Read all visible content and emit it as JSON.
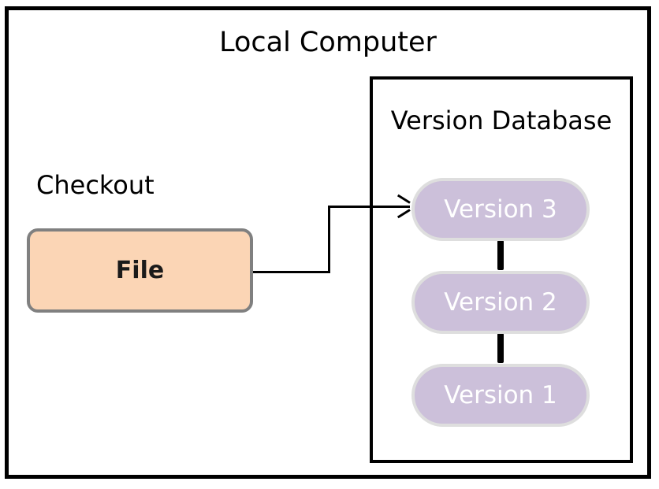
{
  "diagram": {
    "title": "Local Computer",
    "outer_box": {
      "label": "Local Computer",
      "border_color": "#000000",
      "background": "#ffffff"
    },
    "checkout": {
      "label": "Checkout",
      "file_box": {
        "label": "File",
        "fill": "#fbd5b5",
        "border": "#808080"
      }
    },
    "version_database": {
      "label": "Version Database",
      "border_color": "#000000",
      "versions": [
        {
          "label": "Version 3"
        },
        {
          "label": "Version 2"
        },
        {
          "label": "Version 1"
        }
      ],
      "pill_fill": "#ccc0da",
      "pill_border": "#dedede",
      "pill_text_color": "#ffffff"
    },
    "connector": {
      "from": "File",
      "to": "Version 3",
      "style": "orthogonal-arrow",
      "color": "#000000"
    }
  }
}
